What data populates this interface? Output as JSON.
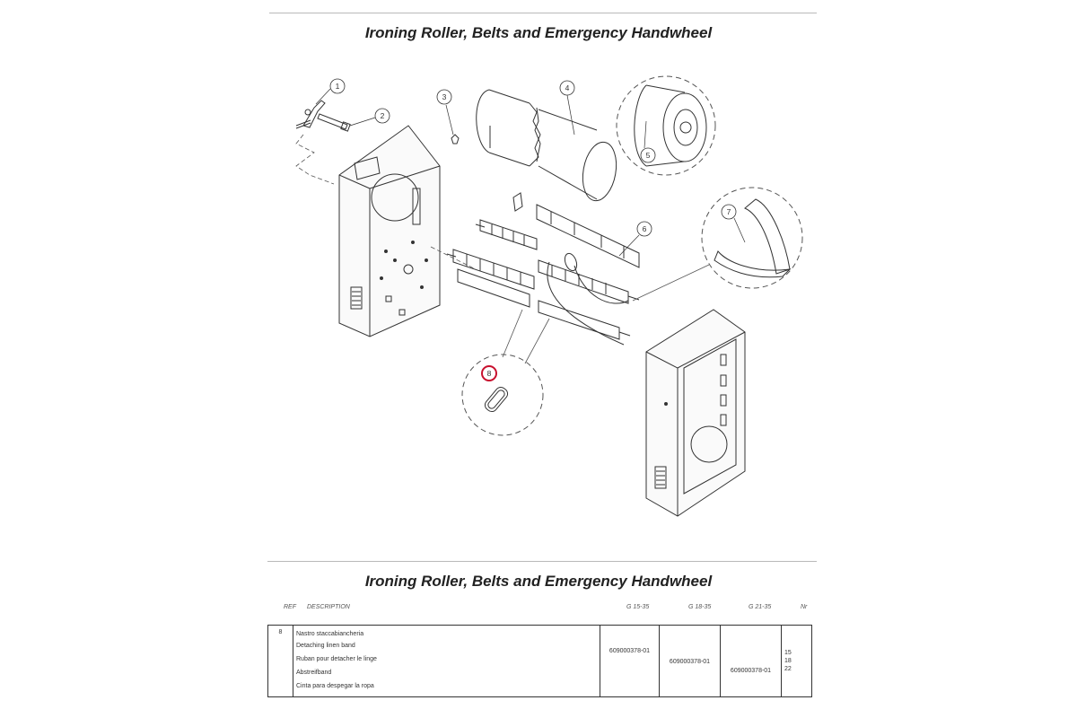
{
  "page": {
    "title_top": "Ironing Roller, Belts and Emergency Handwheel",
    "title_bottom": "Ironing Roller, Belts and Emergency Handwheel"
  },
  "diagram": {
    "callouts": [
      "1",
      "2",
      "3",
      "4",
      "5",
      "6",
      "7",
      "8"
    ],
    "highlighted_callout": "8",
    "highlight_color": "#c8102e"
  },
  "parts_table": {
    "headers": {
      "ref": "REF",
      "description": "DESCRIPTION",
      "g15": "G 15-35",
      "g18": "G 18-35",
      "g21": "G 21-35",
      "nr": "Nr"
    },
    "rows": [
      {
        "ref": "8",
        "descriptions": [
          "Nastro staccabiancheria",
          "Detaching linen band",
          "Ruban pour detacher le linge",
          "Abstreifband",
          "Cinta para despegar la ropa"
        ],
        "g15": "609000378-01",
        "g18": "609000378-01",
        "g21": "609000378-01",
        "nr": [
          "15",
          "18",
          "22"
        ]
      }
    ]
  }
}
